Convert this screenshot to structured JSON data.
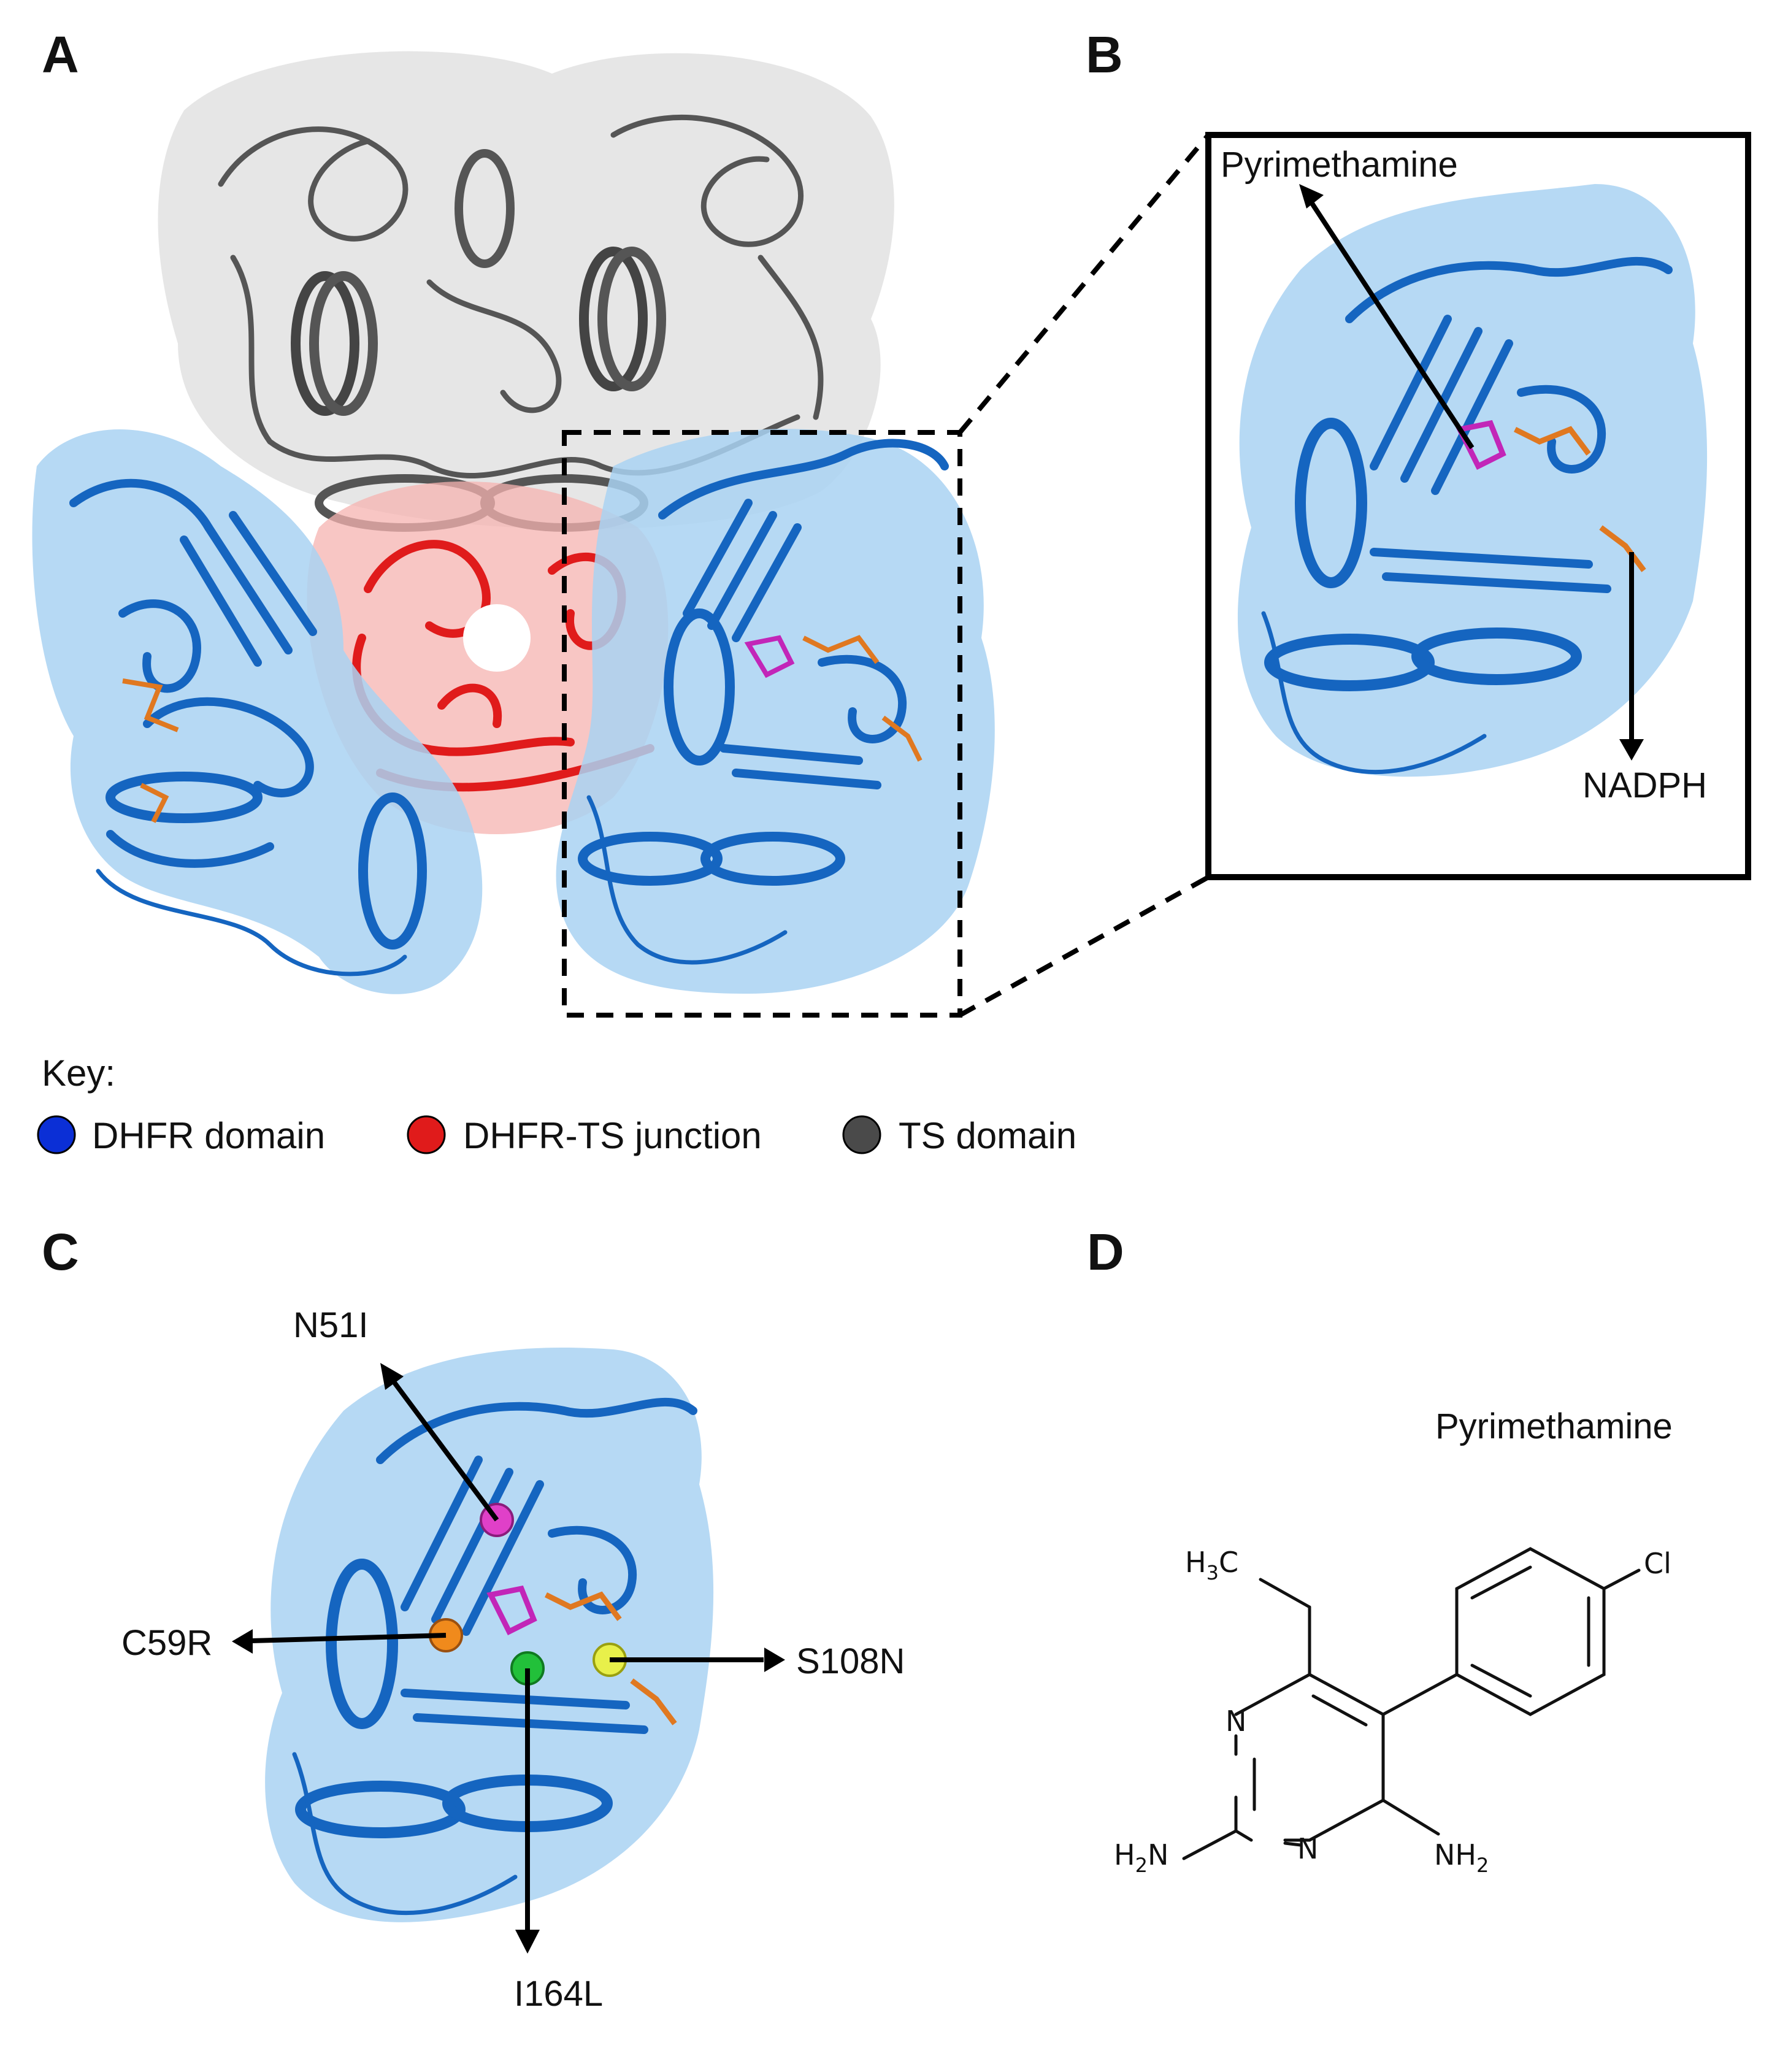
{
  "panels": {
    "A": {
      "letter": "A"
    },
    "B": {
      "letter": "B",
      "labels": {
        "ligand": "Pyrimethamine",
        "cofactor": "NADPH"
      }
    },
    "C": {
      "letter": "C",
      "mutations": {
        "top": "N51I",
        "left": "C59R",
        "right": "S108N",
        "bottom": "I164L"
      }
    },
    "D": {
      "letter": "D",
      "title": "Pyrimethamine"
    }
  },
  "key": {
    "title": "Key:",
    "items": [
      {
        "label": "DHFR domain",
        "color": "#0b2fd6"
      },
      {
        "label": "DHFR-TS junction",
        "color": "#e01b1b"
      },
      {
        "label": "TS domain",
        "color": "#4a4a4a"
      }
    ]
  },
  "mutation_colors": {
    "N51I": "#e040c8",
    "C59R": "#f08a1c",
    "S108N": "#e8f04a",
    "I164L": "#22c03a"
  },
  "structure": {
    "atoms": {
      "ch3": "H",
      "ch3_sub": "3",
      "ch3_c": "C",
      "cl": "Cl",
      "n_top": "N",
      "n_bot": "N",
      "nh2_left": "H",
      "nh2_left_sub": "2",
      "nh2_left_n": "N",
      "nh2_right": "NH",
      "nh2_right_sub": "2"
    }
  }
}
